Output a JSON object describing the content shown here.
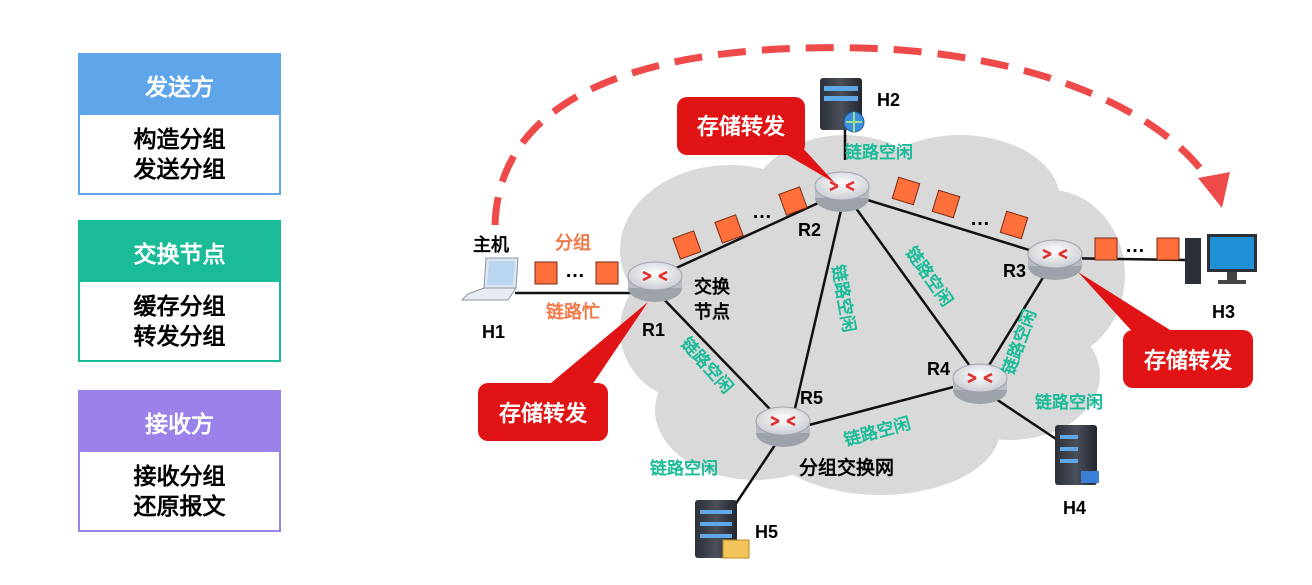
{
  "panels": {
    "sender": {
      "title": "发送方",
      "line1": "构造分组",
      "line2": "发送分组"
    },
    "switch": {
      "title": "交换节点",
      "line1": "缓存分组",
      "line2": "转发分组"
    },
    "receiver": {
      "title": "接收方",
      "line1": "接收分组",
      "line2": "还原报文"
    }
  },
  "colors": {
    "sender": "#5ea5e9",
    "switch": "#1abc98",
    "receiver": "#9a82ea",
    "callout": "#e01414",
    "packet": "#ff6f3c",
    "link_label": "#1abc98",
    "busy_label": "#f07a4a"
  },
  "labels": {
    "host_label": "主机",
    "packet_label": "分组",
    "busy_link": "链路忙",
    "idle_link": "链路空闲",
    "switch_node_line1": "交换",
    "switch_node_line2": "节点",
    "network_name": "分组交换网",
    "store_forward": "存储转发",
    "ellipsis": "…"
  },
  "nodes": {
    "r1": "R1",
    "r2": "R2",
    "r3": "R3",
    "r4": "R4",
    "r5": "R5",
    "h1": "H1",
    "h2": "H2",
    "h3": "H3",
    "h4": "H4",
    "h5": "H5"
  },
  "icons": [
    "laptop-icon",
    "server-icon",
    "desktop-icon",
    "router-icon",
    "globe-icon",
    "folder-icon"
  ]
}
